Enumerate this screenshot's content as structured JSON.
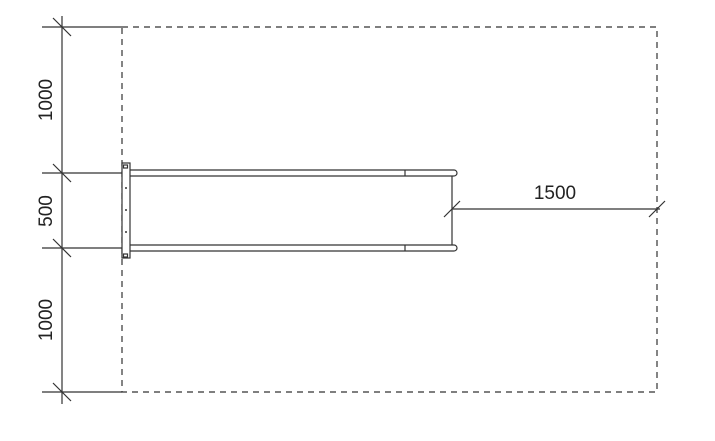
{
  "dimensions": {
    "vertical": [
      {
        "label": "1000"
      },
      {
        "label": "500"
      },
      {
        "label": "1000"
      }
    ],
    "horizontal": {
      "label": "1500"
    }
  },
  "colors": {
    "line": "#333333",
    "background": "#ffffff"
  }
}
